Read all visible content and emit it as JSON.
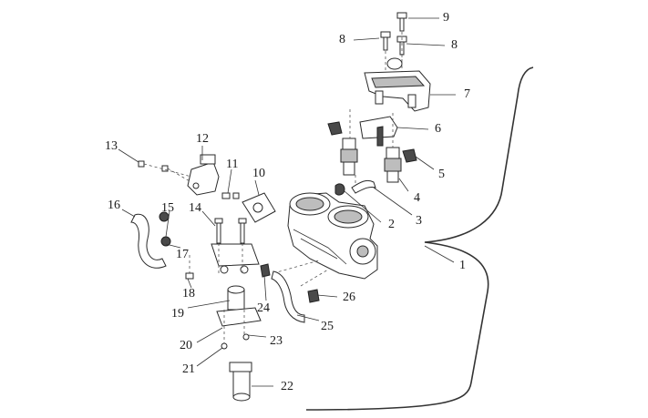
{
  "callouts": [
    {
      "id": "c1",
      "text": "1"
    },
    {
      "id": "c2",
      "text": "2"
    },
    {
      "id": "c3",
      "text": "3"
    },
    {
      "id": "c4",
      "text": "4"
    },
    {
      "id": "c5",
      "text": "5"
    },
    {
      "id": "c6",
      "text": "6"
    },
    {
      "id": "c7",
      "text": "7"
    },
    {
      "id": "c8a",
      "text": "8"
    },
    {
      "id": "c8b",
      "text": "8"
    },
    {
      "id": "c9",
      "text": "9"
    },
    {
      "id": "c10",
      "text": "10"
    },
    {
      "id": "c11",
      "text": "11"
    },
    {
      "id": "c12",
      "text": "12"
    },
    {
      "id": "c13",
      "text": "13"
    },
    {
      "id": "c14",
      "text": "14"
    },
    {
      "id": "c15",
      "text": "15"
    },
    {
      "id": "c16",
      "text": "16"
    },
    {
      "id": "c17",
      "text": "17"
    },
    {
      "id": "c18",
      "text": "18"
    },
    {
      "id": "c19",
      "text": "19"
    },
    {
      "id": "c20",
      "text": "20"
    },
    {
      "id": "c21",
      "text": "21"
    },
    {
      "id": "c22",
      "text": "22"
    },
    {
      "id": "c23",
      "text": "23"
    },
    {
      "id": "c24",
      "text": "24"
    },
    {
      "id": "c25",
      "text": "25"
    },
    {
      "id": "c26",
      "text": "26"
    }
  ]
}
